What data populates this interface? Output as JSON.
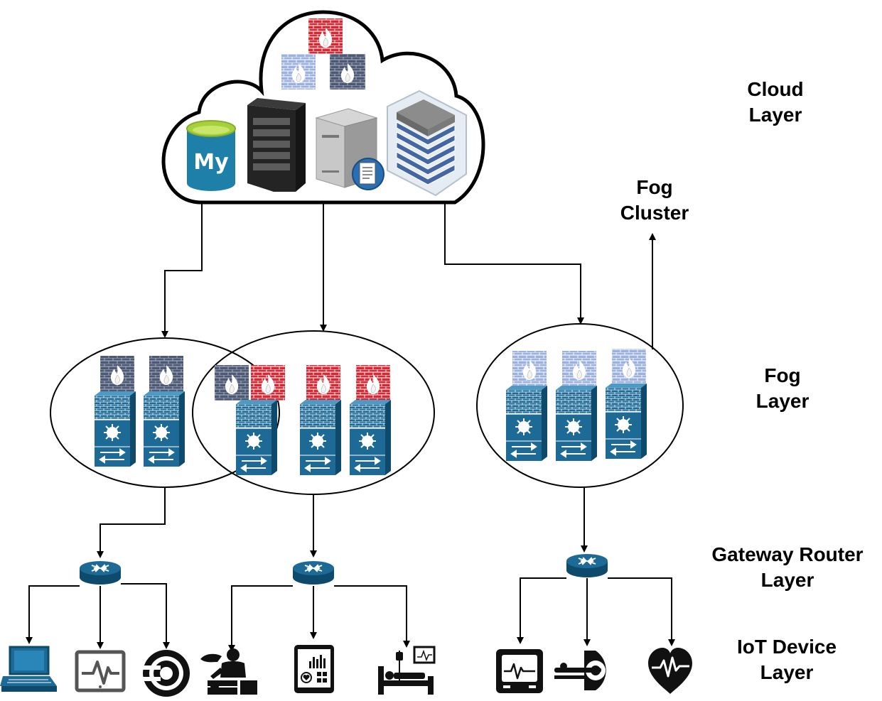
{
  "labels": {
    "cloud": [
      "Cloud",
      "Layer"
    ],
    "fog_cluster": [
      "Fog",
      "Cluster"
    ],
    "fog": [
      "Fog",
      "Layer"
    ],
    "gateway": [
      "Gateway Router",
      "Layer"
    ],
    "iot": [
      "IoT Device",
      "Layer"
    ]
  },
  "cloud": {
    "database_badge": "My",
    "services": [
      "mysql-database-icon",
      "server-rack-icon",
      "file-server-icon",
      "server-stack-icon"
    ],
    "firewalls": [
      "red",
      "light-blue",
      "dark-slate"
    ]
  },
  "fog_nodes": [
    {
      "id": "fog-node-1",
      "firewalls": [
        "dark-slate",
        "dark-slate"
      ],
      "switches": 2
    },
    {
      "id": "fog-node-2",
      "firewalls": [
        "dark-slate",
        "red",
        "red",
        "red"
      ],
      "switches": 3
    },
    {
      "id": "fog-node-3",
      "firewalls": [
        "light-blue",
        "light-blue",
        "light-blue"
      ],
      "switches": 3
    }
  ],
  "gateway_routers": 3,
  "iot_devices": [
    [
      "desktop-computer-icon",
      "ecg-monitor-icon",
      "mri-scanner-icon"
    ],
    [
      "surgeon-operating-icon",
      "health-tablet-icon",
      "hospital-bed-monitor-icon"
    ],
    [
      "patient-monitor-icon",
      "ct-scanner-icon",
      "heart-rate-icon"
    ]
  ],
  "colors": {
    "cisco_blue": "#1d6a96",
    "cisco_dark": "#0e4a6b",
    "firewall_red": "#d32a36",
    "firewall_light_blue": "#9db1df",
    "firewall_dark_slate": "#4d5873",
    "mysql_teal": "#1e7fa8",
    "mysql_green": "#a5d13d"
  }
}
